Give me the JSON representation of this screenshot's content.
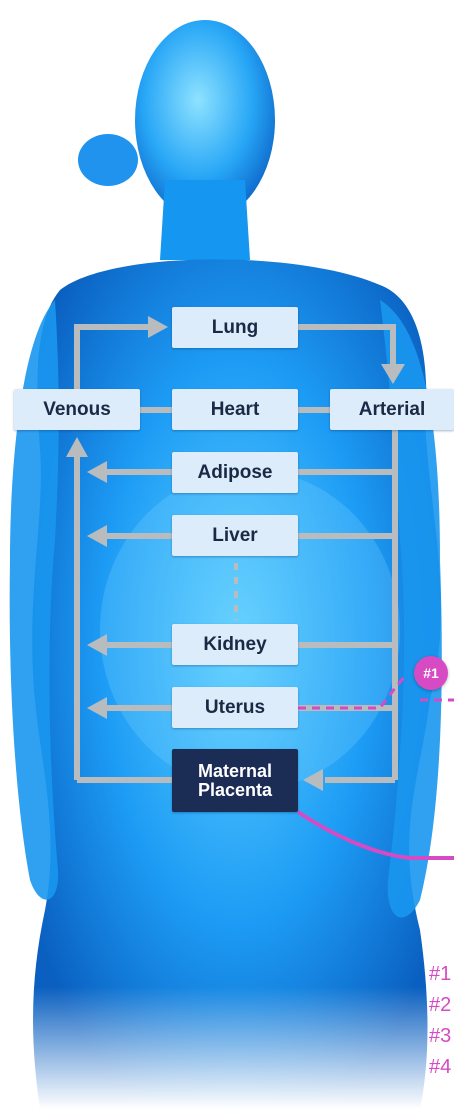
{
  "nodes": {
    "lung": "Lung",
    "venous": "Venous",
    "heart": "Heart",
    "arterial": "Arterial",
    "adipose": "Adipose",
    "liver": "Liver",
    "kidney": "Kidney",
    "uterus": "Uterus",
    "maternal_placenta_line1": "Maternal",
    "maternal_placenta_line2": "Placenta"
  },
  "marker": "#1",
  "legend": [
    "#1",
    "#2",
    "#3",
    "#4"
  ],
  "colors": {
    "node_fill": "#dcecfb",
    "node_text": "#1b2a44",
    "placenta_fill": "#1b2d55",
    "arrow": "#b9bcbf",
    "accent": "#d64bc4",
    "body_glow": "#2aa7ff"
  }
}
